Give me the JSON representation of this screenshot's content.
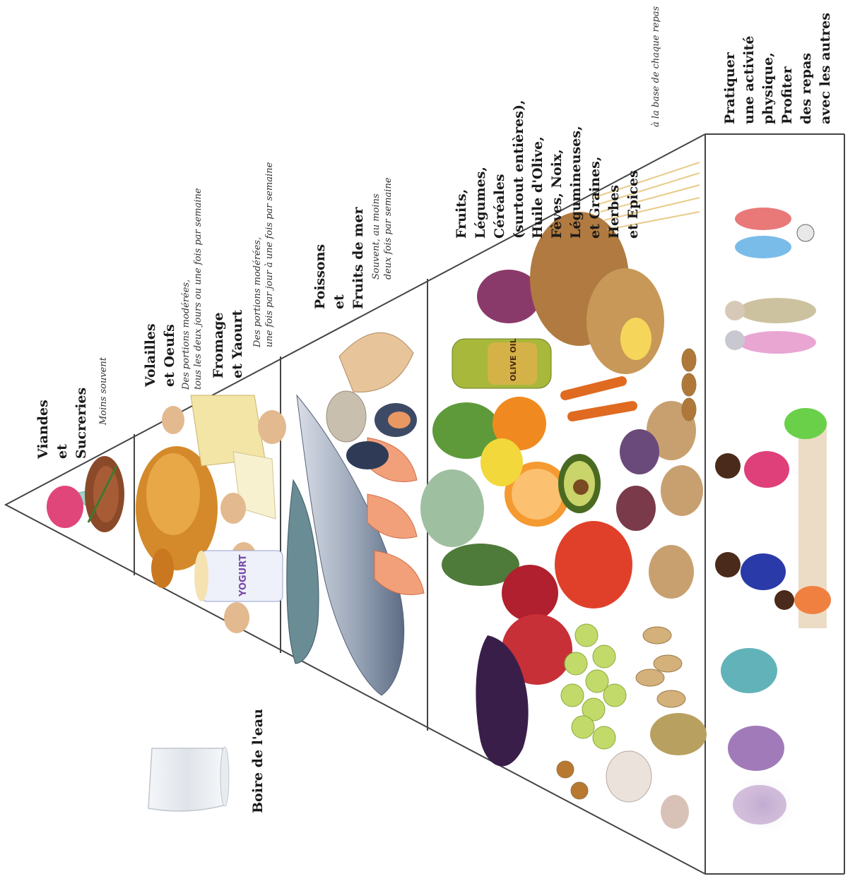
{
  "tiers": [
    {
      "id": "meats-sweets",
      "title_lines": [
        "Viandes",
        "et",
        "Sucreries"
      ],
      "note_lines": [
        "Moins souvent"
      ],
      "foods": [
        "sorbet-icon",
        "steak-icon"
      ]
    },
    {
      "id": "poultry-dairy",
      "groups": [
        {
          "title_lines": [
            "Volailles",
            "et Oeufs"
          ],
          "note_lines": [
            "Des portions modérées,",
            "tous les deux jours ou une fois par semaine"
          ]
        },
        {
          "title_lines": [
            "Fromage",
            "et Yaourt"
          ],
          "note_lines": [
            "Des portions modérées,",
            "une fois par jour à une fois par semaine"
          ]
        }
      ],
      "foods": [
        "chicken-icon",
        "eggs-icon",
        "cheese-icon",
        "yogurt-icon"
      ],
      "yogurt_label": "YOGURT"
    },
    {
      "id": "fish-seafood",
      "title_lines": [
        "Poissons",
        "et",
        "Fruits de mer"
      ],
      "note_lines": [
        "Souvent, au moins",
        "deux fois par semaine"
      ],
      "foods": [
        "tuna-icon",
        "mackerel-icon",
        "shrimp-icon",
        "scallop-icon",
        "mussel-icon",
        "clam-icon"
      ]
    },
    {
      "id": "plants-base",
      "title_lines": [
        "Fruits,",
        "Légumes,",
        "Céréales",
        "(surtout entières),",
        "Huile d'Olive,",
        "Fèves, Noix,",
        "Légumineuses,",
        "et Graines,",
        "Herbes",
        "et Epices"
      ],
      "note_lines": [
        "à la base de chaque repas"
      ],
      "foods": [
        "eggplant-icon",
        "grapes-icon",
        "pomegranate-icon",
        "tomato-icon",
        "orange-icon",
        "avocado-icon",
        "lemon-icon",
        "bread-icon",
        "olive-oil-icon",
        "potato-icon",
        "garlic-icon",
        "nuts-icon",
        "lentils-icon",
        "pasta-icon",
        "onion-icon",
        "carrot-icon",
        "herbs-icon",
        "cabbage-icon",
        "broccoli-icon"
      ],
      "oil_label": "OLIVE OIL"
    },
    {
      "id": "lifestyle",
      "title_lines": [
        "Pratiquer",
        "une activité",
        "physique,",
        "Profiter",
        "des repas",
        "avec les autres"
      ],
      "scenes": [
        "dancing-people-icon",
        "family-meal-icon",
        "walking-couple-icon",
        "playing-children-icon"
      ]
    }
  ],
  "water": {
    "label": "Boire de l'eau",
    "icon": "water-glass-icon"
  },
  "colors": {
    "outline": "#444444",
    "text": "#1a1a1a"
  }
}
